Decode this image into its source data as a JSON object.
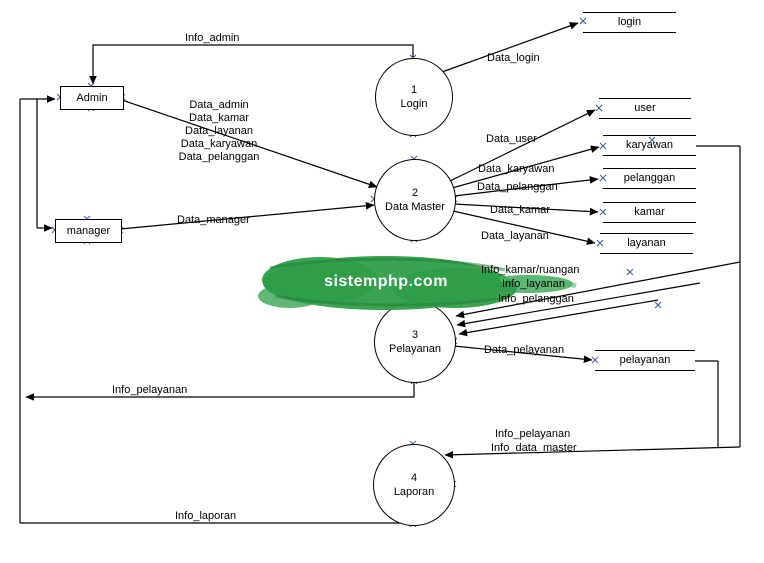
{
  "colors": {
    "line": "#000000",
    "connection_mark": "#3c55a5",
    "watermark_green": "#2f9e48",
    "watermark_text": "#ffffff"
  },
  "watermark": {
    "text": "sistemphp.com"
  },
  "diagram": {
    "entities": [
      {
        "label": "Admin"
      },
      {
        "label": "manager"
      }
    ],
    "processes": [
      {
        "number": "1",
        "label": "Login"
      },
      {
        "number": "2",
        "label": "Data Master"
      },
      {
        "number": "3",
        "label": "Pelayanan"
      },
      {
        "number": "4",
        "label": "Laporan"
      }
    ],
    "stores": [
      {
        "label": "login"
      },
      {
        "label": "user"
      },
      {
        "label": "karyawan"
      },
      {
        "label": "pelanggan"
      },
      {
        "label": "kamar"
      },
      {
        "label": "layanan"
      },
      {
        "label": "pelayanan"
      }
    ]
  },
  "labels": {
    "info_admin": "Info_admin",
    "data_login": "Data_login",
    "admin_to_master": [
      "Data_admin",
      "Data_kamar",
      "Data_layanan",
      "Data_karyawan",
      "Data_pelanggan"
    ],
    "data_manager": "Data_manager",
    "data_user": "Data_user",
    "data_karyawan": "Data_karyawan",
    "data_pelanggan": "Data_pelanggan",
    "data_kamar": "Data_kamar",
    "data_layanan": "Data_layanan",
    "info_kamar_ruangan": "Info_kamar/ruangan",
    "info_layanan": "Info_layanan",
    "info_pelanggan": "Info_pelanggan",
    "data_pelayanan": "Data_pelayanan",
    "info_pelayanan_to_laporan": "Info_pelayanan",
    "info_data_master": "Info_data_master",
    "info_pelayanan_to_admin": "Info_pelayanan",
    "info_laporan": "Info_laporan"
  }
}
